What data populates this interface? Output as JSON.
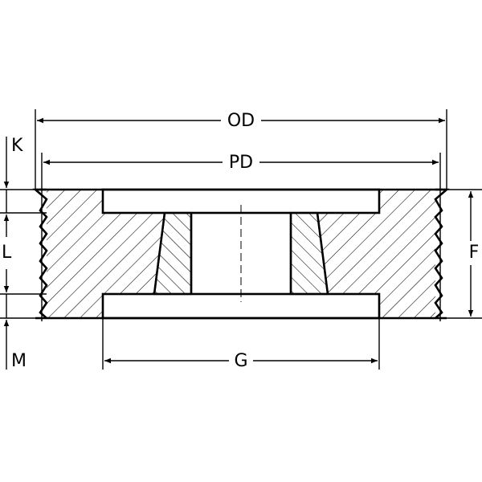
{
  "diagram": {
    "labels": {
      "od": "OD",
      "pd": "PD",
      "k": "K",
      "l": "L",
      "m": "M",
      "f": "F",
      "g": "G"
    },
    "colors": {
      "line": "#000000",
      "background": "#ffffff"
    }
  }
}
